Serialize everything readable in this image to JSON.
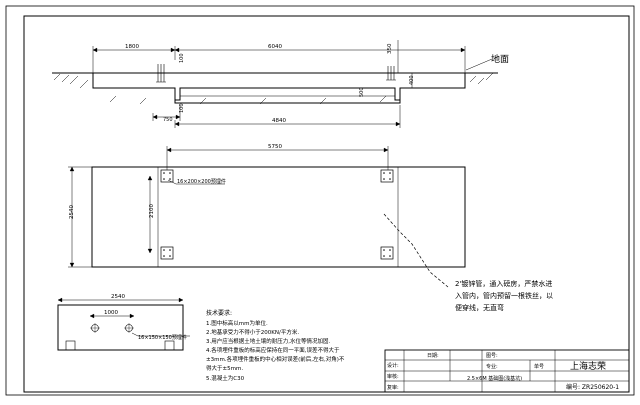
{
  "section_view": {
    "dim_left": "1800",
    "dim_main": "6040",
    "dim_right_top": "350",
    "dim_depth": "100",
    "dim_right_step": "400",
    "dim_pit_depth": "500",
    "dim_bottom_small": "100",
    "dim_bottom_750": "750",
    "dim_bottom_4840": "4840",
    "ground_label": "地面"
  },
  "plan_view": {
    "dim_length": "5750",
    "dim_width_outer": "2540",
    "dim_width_inner": "2100",
    "embed_label": "16×200×200预埋件",
    "note": [
      "2'镀锌管，通入磅房，严禁水进",
      "入管内，管内预留一根铁丝，以",
      "便穿线，无直弯"
    ]
  },
  "side_view": {
    "dim_width": "2540",
    "dim_inner": "1000",
    "embed_label": "16×150×150预埋件"
  },
  "tech_notes": {
    "title": "技术要求:",
    "lines": [
      "1.图中标高以mm为单位.",
      "2.地基承受力不得小于200KN/平方米.",
      "3.用户应当根据土地土壤的耐压力,水位等情况加固.",
      "4.各项埋件重板的标高应保持在同一平面,误差不得大于",
      "±3mm.各项埋件重板的中心相对误差(前后,左右,对角)不",
      "得大于±5mm.",
      "5.混凝土为C30"
    ]
  },
  "title_block": {
    "design_label": "设计:",
    "date_label": "日期:",
    "drawing_no_label": "图号:",
    "check_label": "审核:",
    "spec_label": "专业:",
    "qty_label": "单号",
    "review_label": "复审:",
    "drawing_name": "2.5×6M 基础图(浅基坑)",
    "company": "上海志荣",
    "code_label": "编号: ZR250620-1"
  }
}
